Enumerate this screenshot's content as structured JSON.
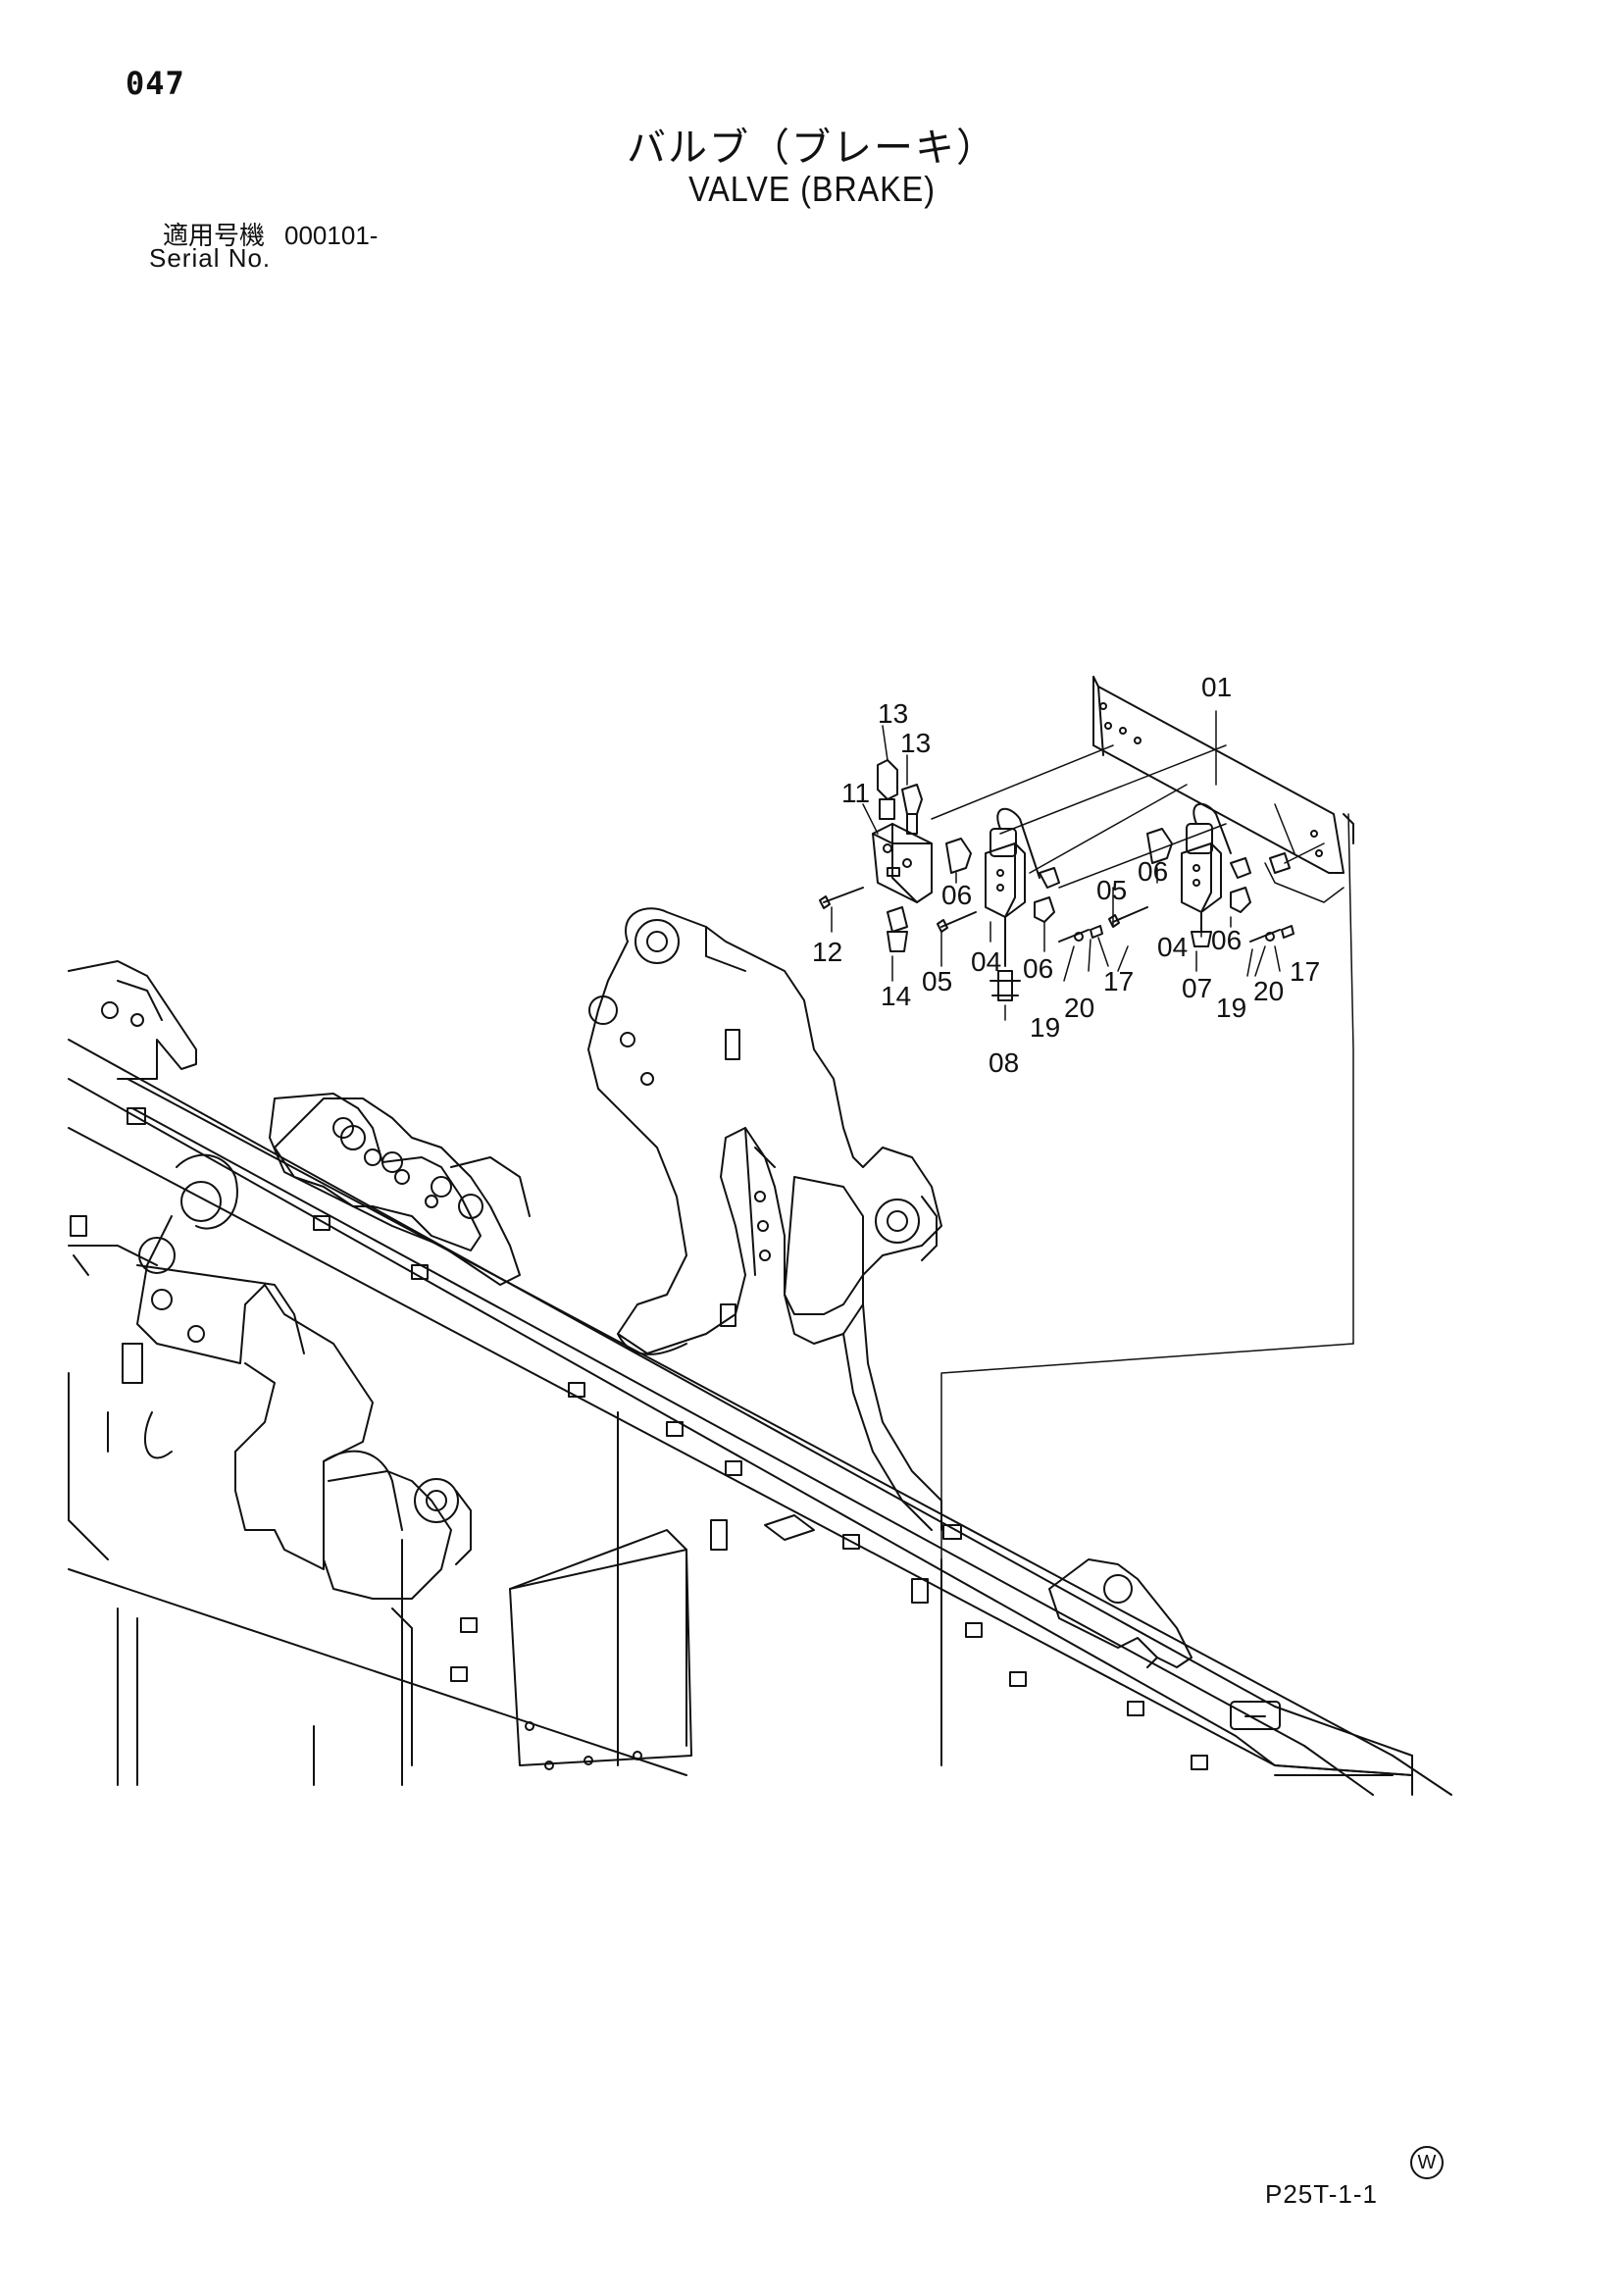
{
  "header": {
    "page_number": "047",
    "title_jp": "バルブ（ブレーキ）",
    "title_en": "VALVE (BRAKE)",
    "serial_label_jp": "適用号機",
    "serial_value": "000101-",
    "serial_label_en": "Serial No."
  },
  "footer": {
    "watermark_symbol": "W",
    "drawing_code": "P25T-1-1"
  },
  "callouts": [
    "01",
    "13",
    "13",
    "11",
    "06",
    "12",
    "05",
    "04",
    "06",
    "14",
    "08",
    "05",
    "06",
    "04",
    "06",
    "07",
    "17",
    "20",
    "19",
    "17",
    "20",
    "19"
  ]
}
